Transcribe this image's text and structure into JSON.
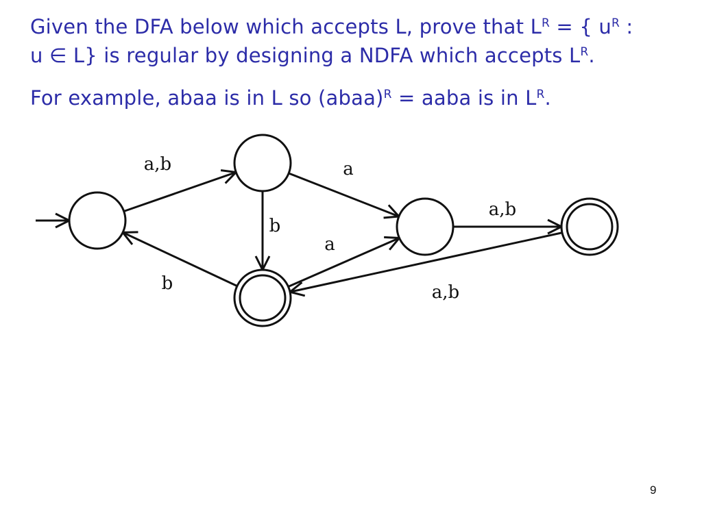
{
  "slide": {
    "line1_prefix": "Given the DFA below which accepts L,  prove that  L",
    "line1_mid": " = { u",
    "line1_suffix": " :",
    "line2_prefix": "u ∈ L} is regular by designing a NDFA which accepts L",
    "line2_suffix": ".",
    "line3_prefix": "For example, abaa is in L so (abaa)",
    "line3_mid": " = aaba is in L",
    "line3_suffix": ".",
    "reverse_superscript": "R"
  },
  "dfa": {
    "states": [
      {
        "id": "q0",
        "start": true,
        "accepting": false
      },
      {
        "id": "q1",
        "start": false,
        "accepting": false
      },
      {
        "id": "q2",
        "start": false,
        "accepting": true
      },
      {
        "id": "q3",
        "start": false,
        "accepting": false
      },
      {
        "id": "q4",
        "start": false,
        "accepting": true
      }
    ],
    "transitions": [
      {
        "from": "q0",
        "to": "q1",
        "label": "a,b"
      },
      {
        "from": "q1",
        "to": "q3",
        "label": "a"
      },
      {
        "from": "q1",
        "to": "q2",
        "label": "b"
      },
      {
        "from": "q2",
        "to": "q3",
        "label": "a"
      },
      {
        "from": "q2",
        "to": "q0",
        "label": "b"
      },
      {
        "from": "q3",
        "to": "q4",
        "label": "a,b"
      },
      {
        "from": "q4",
        "to": "q2",
        "label": "a,b"
      }
    ]
  },
  "page_number": "9"
}
